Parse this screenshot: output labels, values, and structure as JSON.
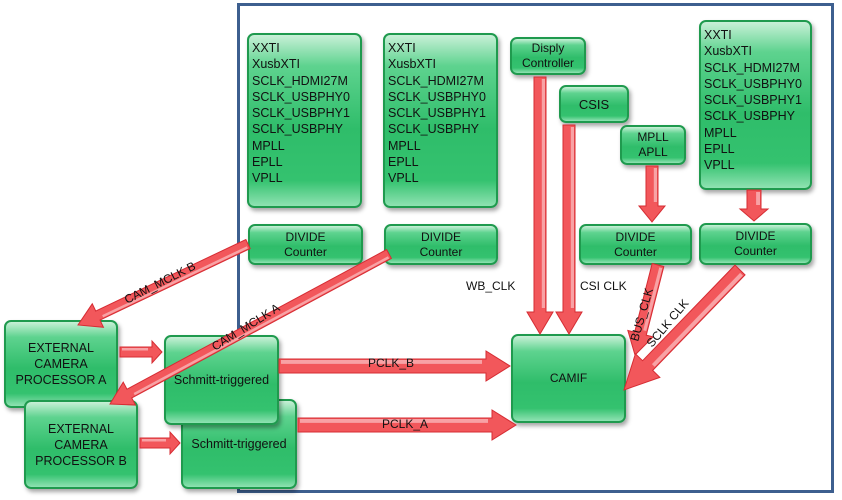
{
  "diagram_title": "",
  "colors": {
    "frame": "#3d5f8f",
    "box_fill": "#2fbd6a",
    "box_border": "#1f9a4e",
    "arrow_fill": "#f2575b",
    "arrow_border": "#d62c33"
  },
  "source_lists": [
    {
      "id": "clk-src-1",
      "items": [
        "XXTI",
        "XusbXTI",
        "SCLK_HDMI27M",
        "SCLK_USBPHY0",
        "SCLK_USBPHY1",
        "SCLK_USBPHY",
        "MPLL",
        "EPLL",
        "VPLL"
      ]
    },
    {
      "id": "clk-src-2",
      "items": [
        "XXTI",
        "XusbXTI",
        "SCLK_HDMI27M",
        "SCLK_USBPHY0",
        "SCLK_USBPHY1",
        "SCLK_USBPHY",
        "MPLL",
        "EPLL",
        "VPLL"
      ]
    },
    {
      "id": "clk-src-3",
      "items": [
        "XXTI",
        "XusbXTI",
        "SCLK_HDMI27M",
        "SCLK_USBPHY0",
        "SCLK_USBPHY1",
        "SCLK_USBPHY",
        "MPLL",
        "EPLL",
        "VPLL"
      ]
    }
  ],
  "blocks": {
    "display_controller": [
      "Disply",
      "Controller"
    ],
    "csis": "CSIS",
    "mpll_apll": [
      "MPLL",
      "APLL"
    ],
    "divide_counter": [
      "DIVIDE",
      "Counter"
    ],
    "camif": "CAMIF",
    "schmitt_a": "Schmitt-triggered",
    "schmitt_b": "Schmitt-triggered",
    "ext_cam_a": [
      "EXTERNAL",
      "CAMERA",
      "PROCESSOR A"
    ],
    "ext_cam_b": [
      "EXTERNAL",
      "CAMERA",
      "PROCESSOR B"
    ]
  },
  "signals": {
    "wb_clk": "WB_CLK",
    "csi_clk": "CSI CLK",
    "bus_clk": "BUS_CLK",
    "sclk_clk": "SCLK CLK",
    "cam_mclk_b": "CAM_MCLK B",
    "cam_mclk_a": "CAM_MCLK A",
    "pclk_b": "PCLK_B",
    "pclk_a": "PCLK_A"
  }
}
